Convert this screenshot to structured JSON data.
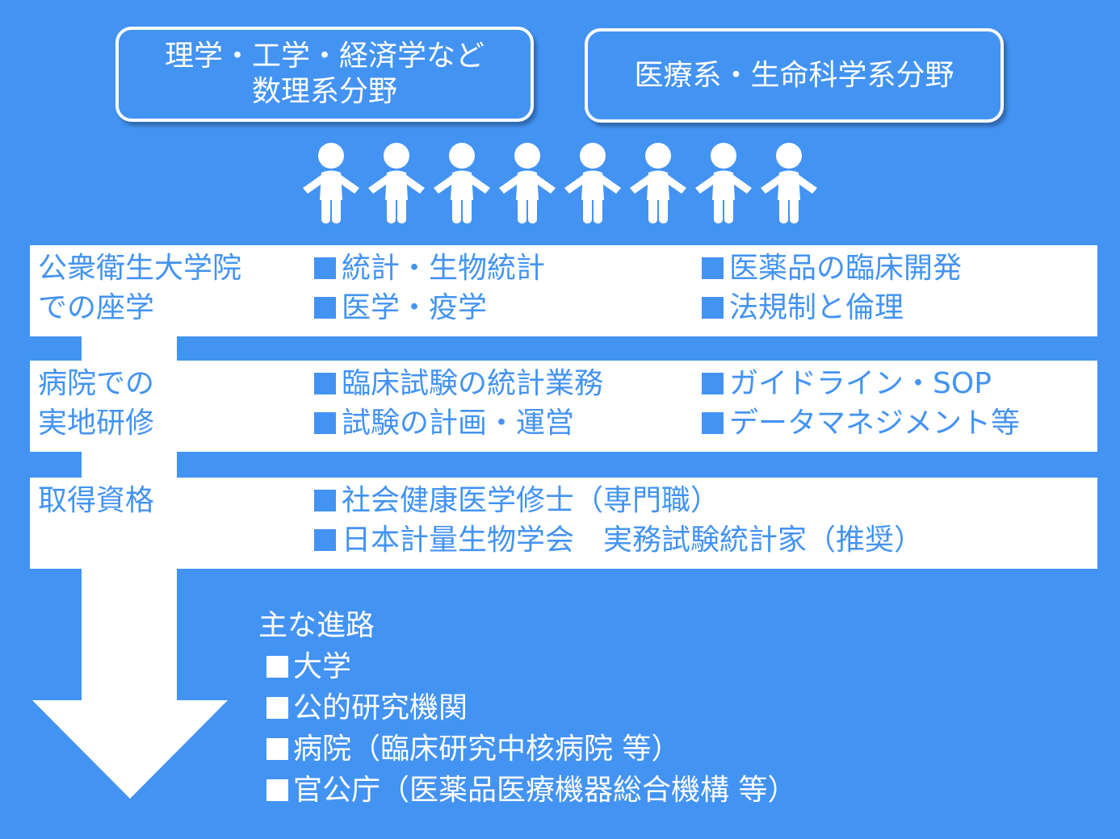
{
  "top_boxes": {
    "left_lines": [
      "理学・工学・経済学など",
      "数理系分野"
    ],
    "right_lines": [
      "医療系・生命科学系分野"
    ]
  },
  "people_icon": "person-icon",
  "bands": [
    {
      "title_lines": [
        "公衆衛生大学院",
        "での座学"
      ],
      "col1": [
        "統計・生物統計",
        "医学・疫学"
      ],
      "col2": [
        "医薬品の臨床開発",
        "法規制と倫理"
      ]
    },
    {
      "title_lines": [
        "病院での",
        "実地研修"
      ],
      "col1": [
        "臨床試験の統計業務",
        "試験の計画・運営"
      ],
      "col2": [
        "ガイドライン・SOP",
        "データマネジメント等"
      ]
    },
    {
      "title_lines": [
        "取得資格"
      ],
      "col1": [
        "社会健康医学修士（専門職）",
        "日本計量生物学会　実務試験統計家（推奨）"
      ],
      "col2": []
    }
  ],
  "career": {
    "heading": "主な進路",
    "items": [
      "大学",
      "公的研究機関",
      "病院（臨床研究中核病院 等）",
      "官公庁（医薬品医療機器総合機構 等）"
    ]
  },
  "colors": {
    "background": "#4393f3",
    "foreground": "#ffffff"
  }
}
